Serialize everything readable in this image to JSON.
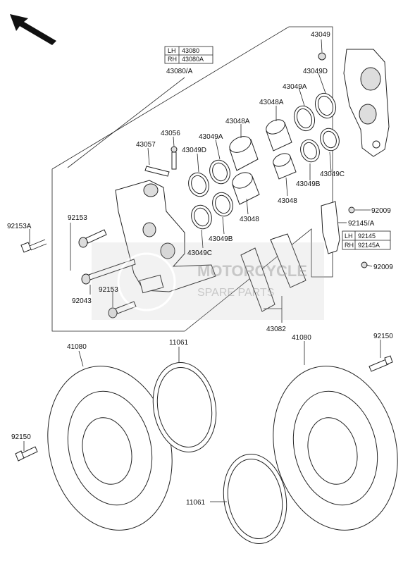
{
  "labels": {
    "l43049": "43049",
    "l43049D_top": "43049D",
    "l43049A_top": "43049A",
    "l43048A_top": "43048A",
    "l43048A_mid": "43048A",
    "l43056": "43056",
    "l43049A_mid": "43049A",
    "l43057": "43057",
    "l43049D_mid": "43049D",
    "l43049C_right": "43049C",
    "l43049B_right": "43049B",
    "l43048": "43048",
    "l43048_b": "43048",
    "l43049B_mid": "43049B",
    "l43049C_mid": "43049C",
    "l92153A": "92153A",
    "l92153_top": "92153",
    "l92043": "92043",
    "l92153_bot": "92153",
    "l92009_top": "92009",
    "l92145A": "92145/A",
    "l92009_bot": "92009",
    "l43082": "43082",
    "l43080A": "43080/A",
    "l41080_left": "41080",
    "l11061_top": "11061",
    "l41080_right": "41080",
    "l92150_right": "92150",
    "l92150_left": "92150",
    "l11061_bot": "11061"
  },
  "table_43080": {
    "lh_key": "LH",
    "lh_val": "43080",
    "rh_key": "RH",
    "rh_val": "43080A"
  },
  "table_92145": {
    "lh_key": "LH",
    "lh_val": "92145",
    "rh_key": "RH",
    "rh_val": "92145A"
  },
  "watermark": {
    "line1": "MOTORCYCLE",
    "line2": "SPARE PARTS"
  },
  "icons": {
    "arrow": "front-direction-arrow-icon"
  },
  "colors": {
    "line": "#222222",
    "watermark": "#9a9a9a"
  }
}
